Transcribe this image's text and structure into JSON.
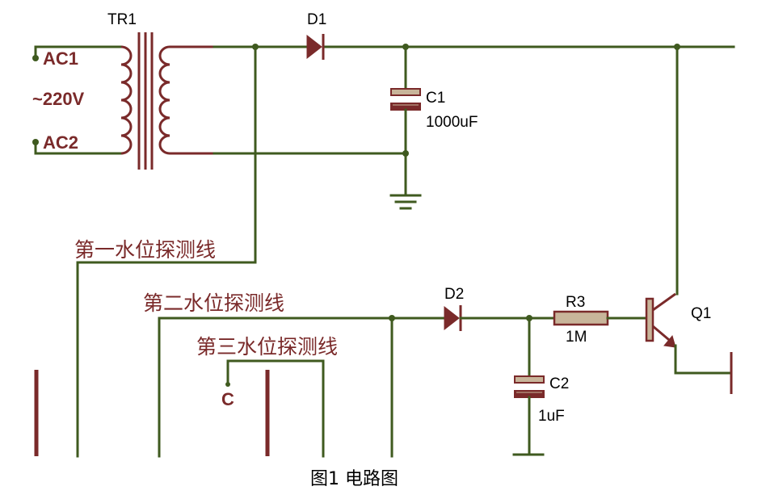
{
  "labels": {
    "tr1": "TR1",
    "d1": "D1",
    "d2": "D2",
    "c1": "C1",
    "c1_value": "1000uF",
    "c2": "C2",
    "c2_value": "1uF",
    "r3": "R3",
    "r3_value": "1M",
    "q1": "Q1",
    "ac1": "AC1",
    "ac2": "AC2",
    "voltage": "~220V",
    "probe_c": "C",
    "probe1": "第一水位探测线",
    "probe2": "第二水位探测线",
    "probe3": "第三水位探测线"
  },
  "caption": "图1  电路图",
  "colors": {
    "wire": "#3f5a1f",
    "component": "#7a2a2a",
    "text": "#000000"
  }
}
